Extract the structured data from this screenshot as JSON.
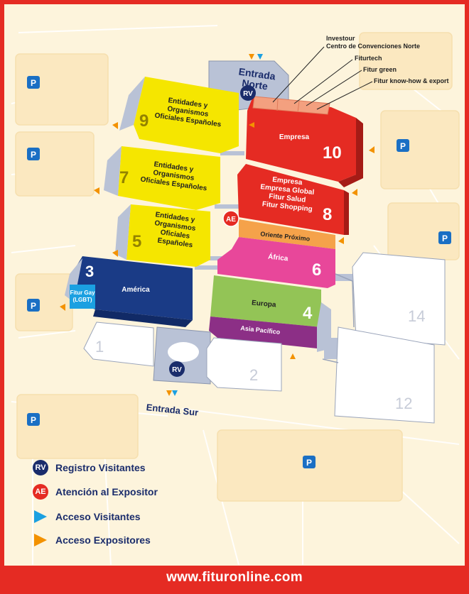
{
  "top_labels": {
    "investour_1": "Investour",
    "investour_2": "Centro de Convenciones Norte",
    "fiturtech": "Fiturtech",
    "fitur_green": "Fitur green",
    "fitur_knowhow": "Fitur know-how & export"
  },
  "entrances": {
    "north_1": "Entrada",
    "north_2": "Norte",
    "south": "Entrada Sur"
  },
  "halls": {
    "h9": {
      "number": "9",
      "line1": "Entidades y",
      "line2": "Organismos",
      "line3": "Oficiales Españoles"
    },
    "h7": {
      "number": "7",
      "line1": "Entidades y",
      "line2": "Organismos",
      "line3": "Oficiales Españoles"
    },
    "h5": {
      "number": "5",
      "line1": "Entidades y",
      "line2": "Organismos",
      "line3": "Oficiales",
      "line4": "Españoles"
    },
    "h3": {
      "number": "3",
      "label": "América",
      "gay_1": "Fitur Gay",
      "gay_2": "(LGBT)"
    },
    "h10": {
      "number": "10",
      "label": "Empresa"
    },
    "h8": {
      "number": "8",
      "line1": "Empresa",
      "line2": "Empresa Global",
      "line3": "Fitur Salud",
      "line4": "Fitur Shopping"
    },
    "h6": {
      "number": "6",
      "line1": "Oriente Próximo",
      "line2": "África"
    },
    "h4": {
      "number": "4",
      "line1": "Europa",
      "line2": "Asia Pacífico"
    },
    "h1": {
      "number": "1"
    },
    "h2": {
      "number": "2"
    },
    "h12": {
      "number": "12"
    },
    "h14": {
      "number": "14"
    }
  },
  "badges": {
    "rv": "RV",
    "ae": "AE",
    "parking": "P"
  },
  "legend": {
    "rv_label": "Registro Visitantes",
    "ae_label": "Atención al Expositor",
    "visitor_access": "Acceso Visitantes",
    "exhibitor_access": "Acceso Expositores"
  },
  "footer": {
    "url": "www.fituronline.com"
  },
  "colors": {
    "frame_red": "#e52b23",
    "yellow": "#f5e600",
    "navy": "#1a3b86",
    "visitor_blue": "#1ba0e1",
    "exhibitor_orange": "#f39200",
    "hall10_red": "#e52b23",
    "orange_hall": "#f5a24a",
    "pink": "#e8479a",
    "green": "#93c456",
    "purple": "#8c2f86"
  }
}
